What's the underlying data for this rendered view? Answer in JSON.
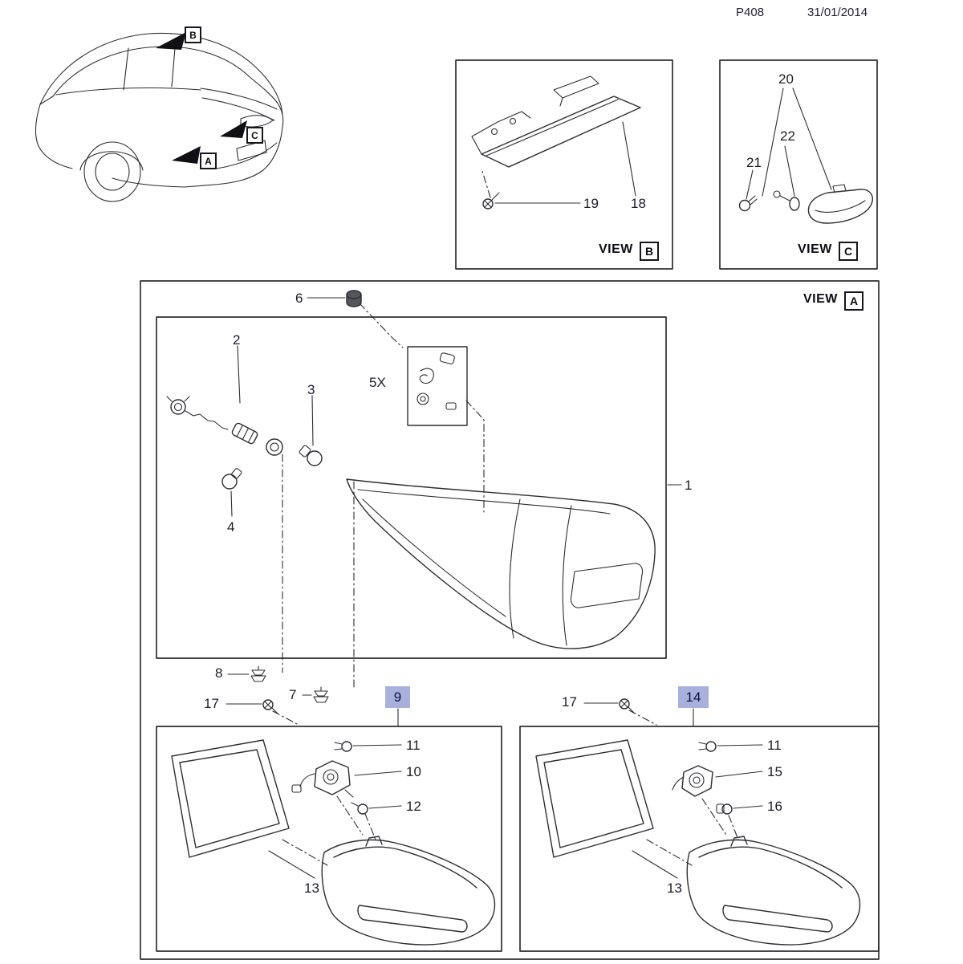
{
  "header": {
    "code": "P408",
    "date": "31/01/2014"
  },
  "car_view": {
    "arrow_b": "B",
    "arrow_a": "A",
    "arrow_c": "C"
  },
  "view_b": {
    "label": "VIEW",
    "letter": "B",
    "parts": {
      "p19": "19",
      "p18": "18"
    }
  },
  "view_c": {
    "label": "VIEW",
    "letter": "C",
    "parts": {
      "p20": "20",
      "p21": "21",
      "p22": "22"
    }
  },
  "view_a": {
    "label": "VIEW",
    "letter": "A",
    "parts": {
      "p1": "1",
      "p2": "2",
      "p3": "3",
      "p4": "4",
      "p5x": "5X",
      "p6": "6",
      "p7": "7",
      "p8": "8",
      "p17_left": "17",
      "p17_right": "17",
      "p9": "9",
      "p14": "14"
    },
    "left_detail": {
      "p11": "11",
      "p10": "10",
      "p12": "12",
      "p13": "13"
    },
    "right_detail": {
      "p11": "11",
      "p15": "15",
      "p16": "16",
      "p13": "13"
    }
  },
  "colors": {
    "highlight": "#a7b1dc",
    "line": "#2e2e33",
    "text": "#1b1b2a"
  }
}
